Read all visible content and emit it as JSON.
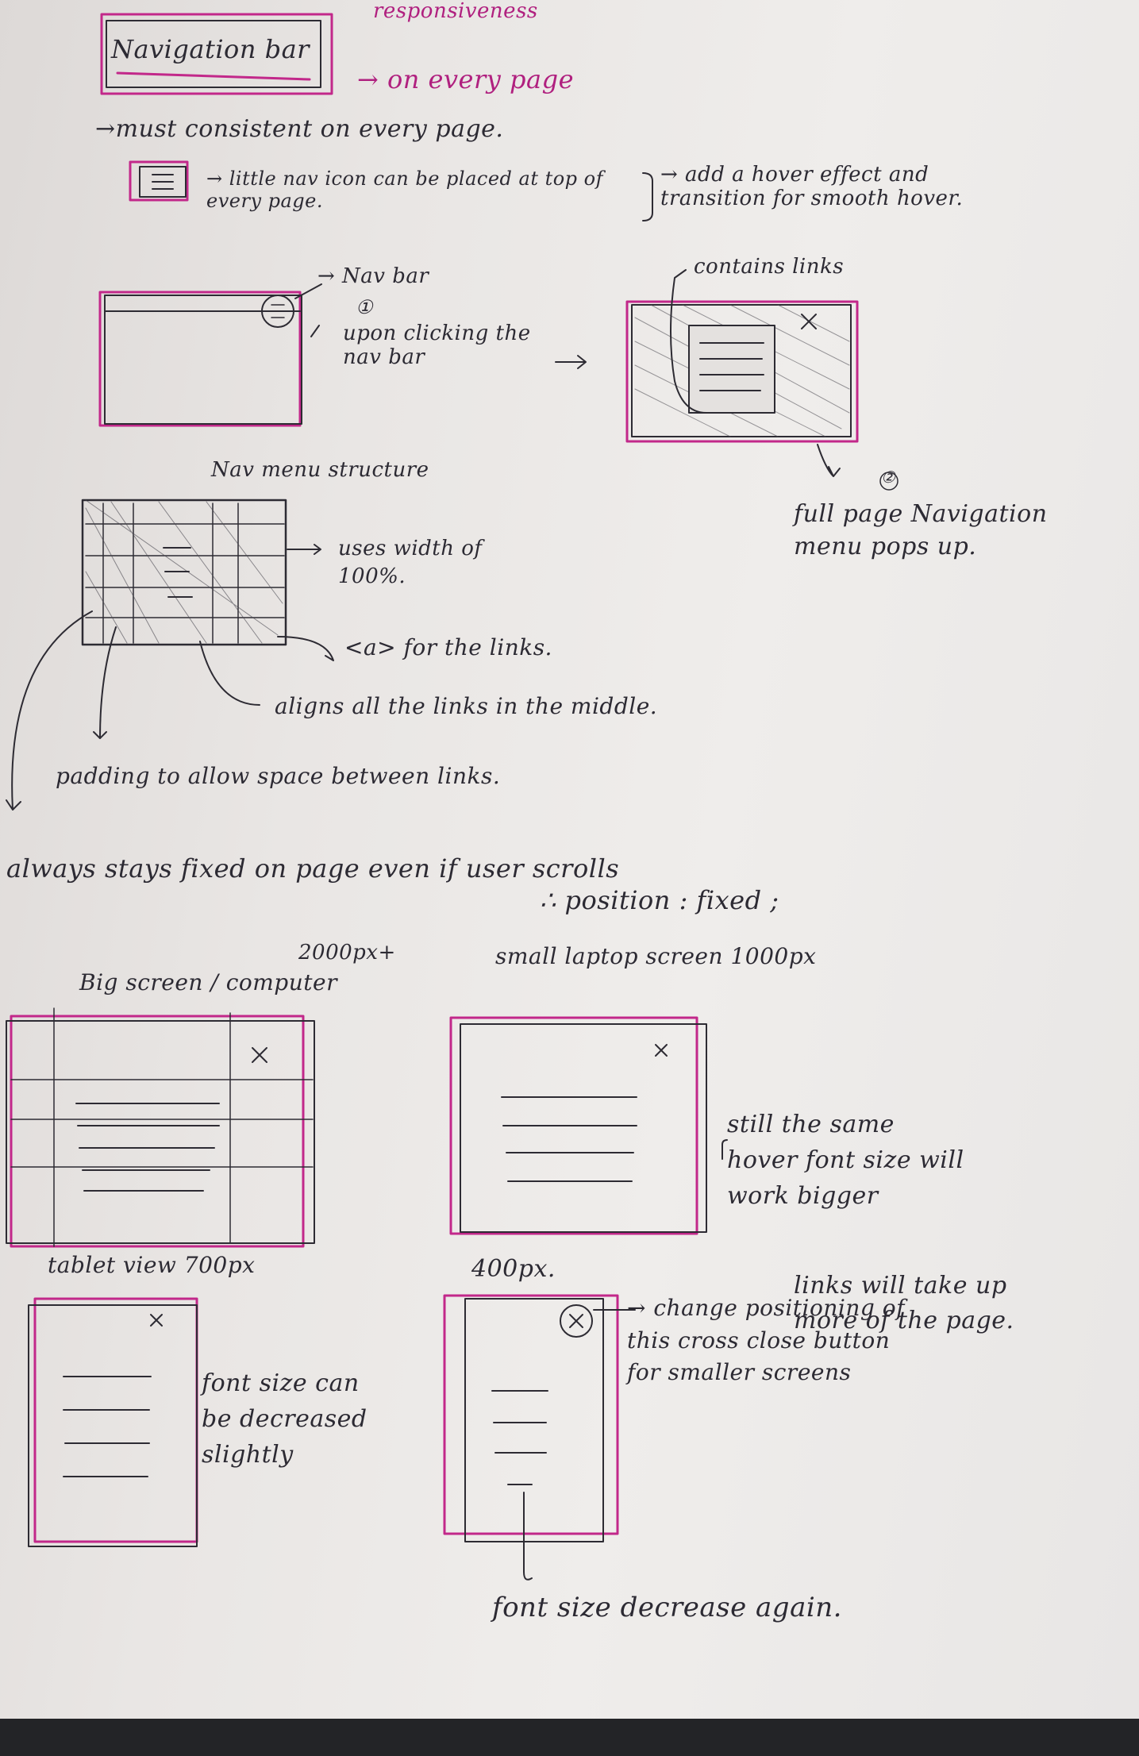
{
  "page": {
    "top_heading": "responsiveness",
    "title": "Navigation bar",
    "title_note": "→ on every page",
    "consistency_note": "→must consistent on every page.",
    "icon_note": "→ little nav icon can be placed at top of every page.",
    "hover_note": "→ add a hover effect and transition for smooth hover.",
    "navbar_label": "→ Nav bar",
    "step1_number": "①",
    "step1_text": "upon clicking the nav bar",
    "contains_links": "contains links",
    "step2_number": "②",
    "step2_text": "full page Navigation menu pops up.",
    "menu_structure_title": "Nav menu structure",
    "width_note": "uses width of 100%.",
    "anchor_note": "<a> for the links.",
    "align_note": "aligns all the links in the middle.",
    "padding_note": "padding to allow space between links.",
    "fixed_note": "always stays fixed on page even if user scrolls",
    "fixed_css": "∴ position : fixed ;",
    "big_screen_size": "2000px+",
    "big_screen_label": "Big screen / computer",
    "laptop_label": "small laptop screen 1000px",
    "laptop_note": "still the same hover font size will work bigger",
    "links_note": "links will take up more of the page.",
    "tablet_label": "tablet view 700px",
    "tablet_note": "font size can be decreased slightly",
    "phone_label": "400px.",
    "phone_note": "→ change positioning of this cross close button for smaller screens",
    "phone_font_note": "font size decrease again."
  },
  "colors": {
    "ink": "#2c2a33",
    "highlighter": "#b0207f",
    "paper": "#ebe8e6"
  }
}
